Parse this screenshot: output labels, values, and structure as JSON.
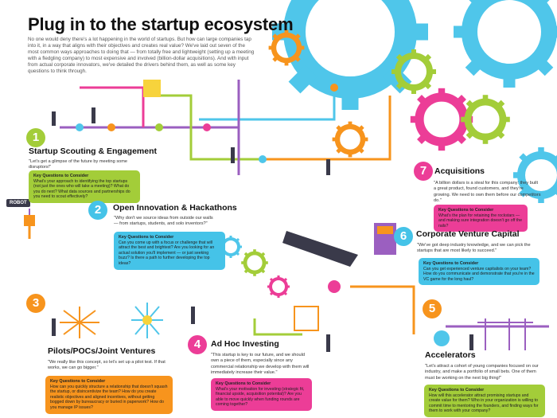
{
  "header": {
    "title": "Plug in to the startup ecosystem",
    "intro": "No one would deny there's a lot happening in the world of startups. But how can large companies tap into it, in a way that aligns with their objectives and creates real value? We've laid out seven of the most common ways approaches to doing that — from totally free and lightweight (setting up a meeting with a fledgling company) to most expensive and involved (billion-dollar acquisitions). And with input from actual corporate innovators, we've detailed the drivers behind them, as well as some key questions to think through."
  },
  "kq_label": "Key Questions to Consider",
  "robot_sign": "ROBOT",
  "sections": [
    {
      "num": "1",
      "title": "Startup Scouting & Engagement",
      "quote": "\"Let's get a glimpse of the future by meeting some disruptors!\"",
      "questions": "What's your approach to identifying the top startups (not just the ones who will take a meeting)? What do you do next? What data sources and partnerships do you need to scout effectively?",
      "color": "#a3cd39"
    },
    {
      "num": "2",
      "title": "Open Innovation & Hackathons",
      "quote": "\"Why don't we source ideas from outside our walls — from startups, students, and solo inventors?\"",
      "questions": "Can you come up with a focus or challenge that will attract the best and brightest? Are you looking for an actual solution you'll implement — or just seeking buzz? Is there a path to further developing the top ideas?",
      "color": "#45c3e8"
    },
    {
      "num": "3",
      "title": "Pilots/POCs/Joint Ventures",
      "quote": "\"We really like this concept, so let's set up a pilot test. If that works, we can go bigger.\"",
      "questions": "How can you quickly structure a relationship that doesn't squash the startup, or disincentivize the team? How do you create realistic objectives and aligned incentives, without getting bogged down by bureaucracy or buried in paperwork? How do you manage IP issues?",
      "color": "#f7941d"
    },
    {
      "num": "4",
      "title": "Ad Hoc Investing",
      "quote": "\"This startup is key to our future, and we should own a piece of them, especially since any commercial relationship we develop with them will immediately increase their value.\"",
      "questions": "What's your motivation for investing (strategic fit, financial upside, acquisition potential)? Are you able to move quickly when funding rounds are coming together?",
      "color": "#ec3d97"
    },
    {
      "num": "5",
      "title": "Accelerators",
      "quote": "\"Let's attract a cohort of young companies focused on our industry, and make a portfolio of small bets. One of them must be working on the next big thing!\"",
      "questions": "How will this accelerator attract promising startups and create value for them? Who in your organization is willing to commit time to mentoring the founders, and finding ways for them to work with your company?",
      "color": "#f7941d"
    },
    {
      "num": "6",
      "title": "Corporate Venture Capital",
      "quote": "\"We've got deep industry knowledge, and we can pick the startups that are most likely to succeed.\"",
      "questions": "Can you get experienced venture capitalists on your team? How do you communicate and demonstrate that you're in the VC game for the long haul?",
      "color": "#45c3e8"
    },
    {
      "num": "7",
      "title": "Acquisitions",
      "quote": "\"A billion dollars is a steal for this company: they built a great product, found customers, and they're growing. We need to own them before our competitors do.\"",
      "questions": "What's the plan for retaining the rockstars — and making sure integration doesn't go off the rails?",
      "color": "#ec3d97"
    }
  ]
}
